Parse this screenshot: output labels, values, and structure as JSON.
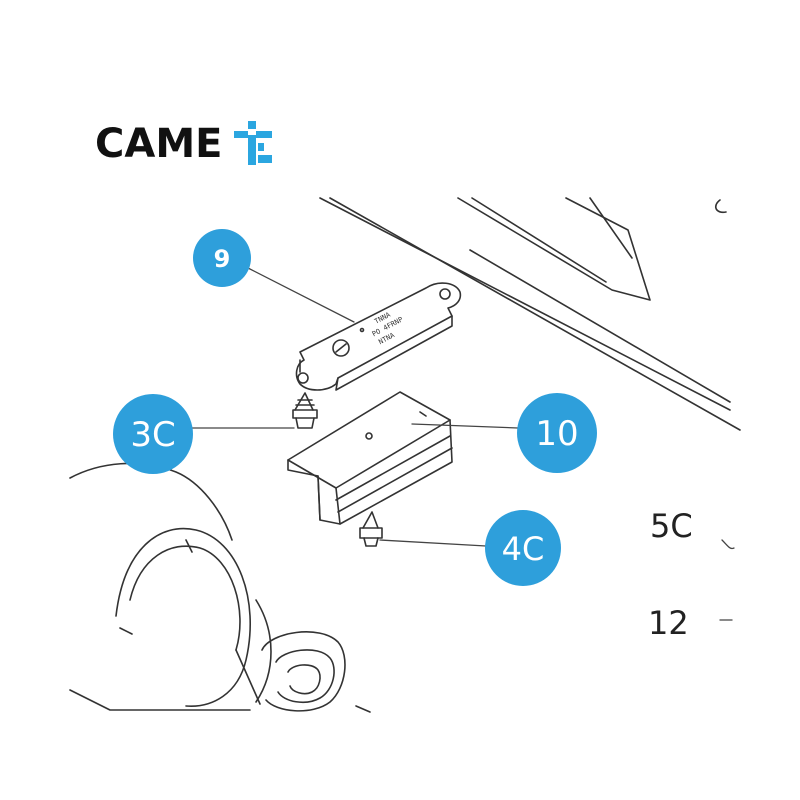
{
  "brand": {
    "name": "CAME",
    "accent_color": "#2ba6e0",
    "text_color": "#111111",
    "mark_icon": "came-t-mark-icon"
  },
  "diagram": {
    "badge_color": "#2e9fdb",
    "line_color": "#333333",
    "callouts": [
      {
        "id": "9",
        "label": "9"
      },
      {
        "id": "3C",
        "label": "3C"
      },
      {
        "id": "10",
        "label": "10"
      },
      {
        "id": "4C",
        "label": "4C"
      }
    ],
    "side_labels": [
      {
        "id": "5C",
        "label": "5C"
      },
      {
        "id": "12",
        "label": "12"
      }
    ],
    "plate_engraving": [
      "TNNA",
      "PO 4FRNP",
      "NTNA"
    ]
  }
}
